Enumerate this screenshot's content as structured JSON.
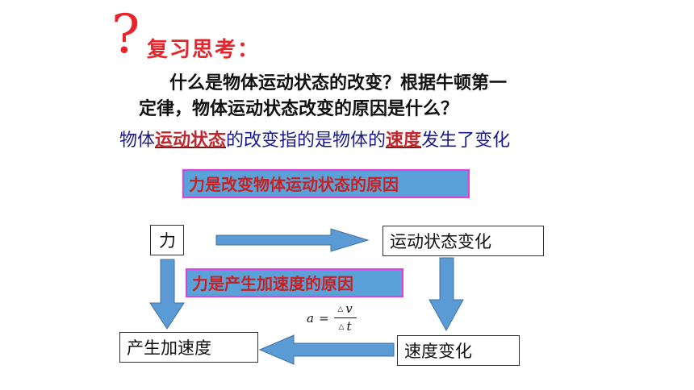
{
  "header": {
    "question_mark": "?",
    "title": "复习思考："
  },
  "question": {
    "line1": "什么是物体运动状态的改变？根据牛顿第一",
    "line2": "定律，物体运动状态改变的原因是什么？"
  },
  "answer": {
    "part1": "物体",
    "highlight1": "运动状态",
    "part2": "的改变指的是物体的",
    "highlight2": "速度",
    "part3": "发生了变化"
  },
  "callouts": {
    "force_changes_motion": "力是改变物体运动状态的原因",
    "force_produces_acceleration": "力是产生加速度的原因"
  },
  "flow": {
    "force": "力",
    "motion_change": "运动状态变化",
    "acceleration": "产生加速度",
    "velocity_change": "速度变化"
  },
  "formula": {
    "lhs": "a",
    "equals": "=",
    "delta": "△",
    "numerator": "v",
    "denominator": "t"
  },
  "colors": {
    "accent_red": "#e8232a",
    "answer_blue": "#1a1a8c",
    "callout_fill": "#5aa1d9",
    "callout_border": "#e040e0",
    "arrow_fill": "#5b9bd5",
    "arrow_stroke": "#41719c"
  }
}
